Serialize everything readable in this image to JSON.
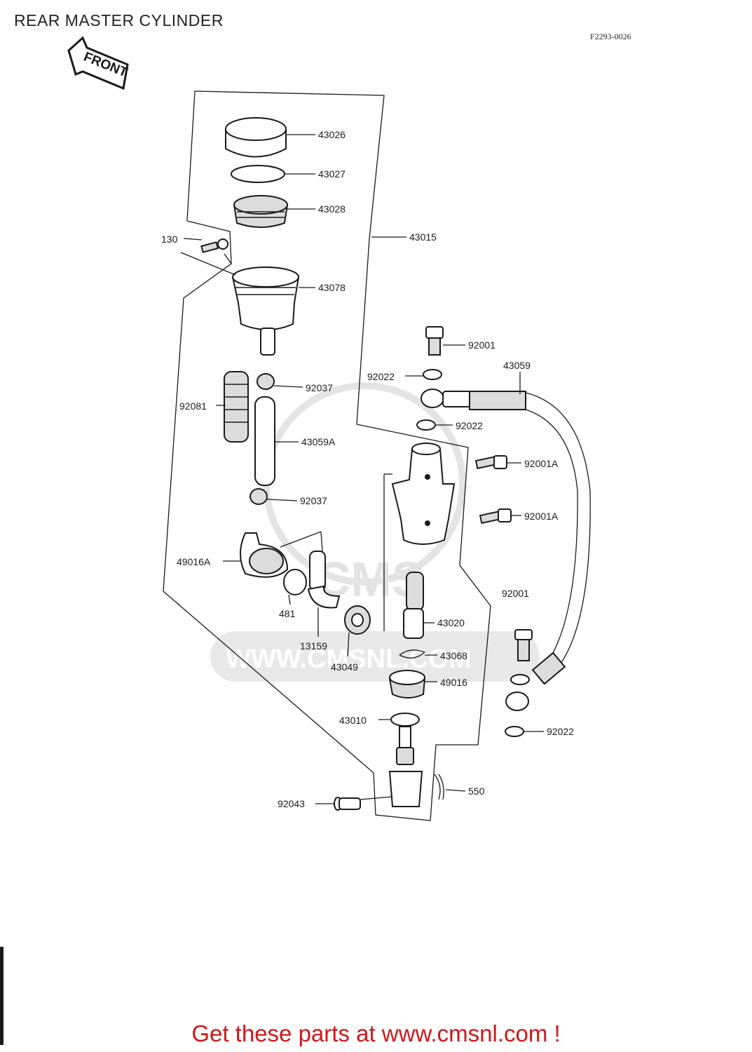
{
  "header": {
    "title": "REAR MASTER CYLINDER",
    "figure_code": "F2293-0026",
    "front_label": "FRONT"
  },
  "watermark": {
    "text": "WWW.CMSNL.COM",
    "logo_text": "CMS"
  },
  "parts": [
    {
      "id": "p43026",
      "number": "43026"
    },
    {
      "id": "p43027",
      "number": "43027"
    },
    {
      "id": "p43028",
      "number": "43028"
    },
    {
      "id": "p43015",
      "number": "43015"
    },
    {
      "id": "p130",
      "number": "130"
    },
    {
      "id": "p43078",
      "number": "43078"
    },
    {
      "id": "p92001_top",
      "number": "92001"
    },
    {
      "id": "p92022_a",
      "number": "92022"
    },
    {
      "id": "p43059",
      "number": "43059"
    },
    {
      "id": "p92037_top",
      "number": "92037"
    },
    {
      "id": "p92081",
      "number": "92081"
    },
    {
      "id": "p92022_b",
      "number": "92022"
    },
    {
      "id": "p43059A",
      "number": "43059A"
    },
    {
      "id": "p92001A_a",
      "number": "92001A"
    },
    {
      "id": "p92037_bot",
      "number": "92037"
    },
    {
      "id": "p92001A_b",
      "number": "92001A"
    },
    {
      "id": "p49016A",
      "number": "49016A"
    },
    {
      "id": "p92001_right",
      "number": "92001"
    },
    {
      "id": "p481",
      "number": "481"
    },
    {
      "id": "p43020",
      "number": "43020"
    },
    {
      "id": "p13159",
      "number": "13159"
    },
    {
      "id": "p43049",
      "number": "43049"
    },
    {
      "id": "p43068",
      "number": "43068"
    },
    {
      "id": "p49016",
      "number": "49016"
    },
    {
      "id": "p43010",
      "number": "43010"
    },
    {
      "id": "p92022_c",
      "number": "92022"
    },
    {
      "id": "p550",
      "number": "550"
    },
    {
      "id": "p92043",
      "number": "92043"
    }
  ],
  "footer": {
    "link_text": "Get these parts at www.cmsnl.com !"
  }
}
